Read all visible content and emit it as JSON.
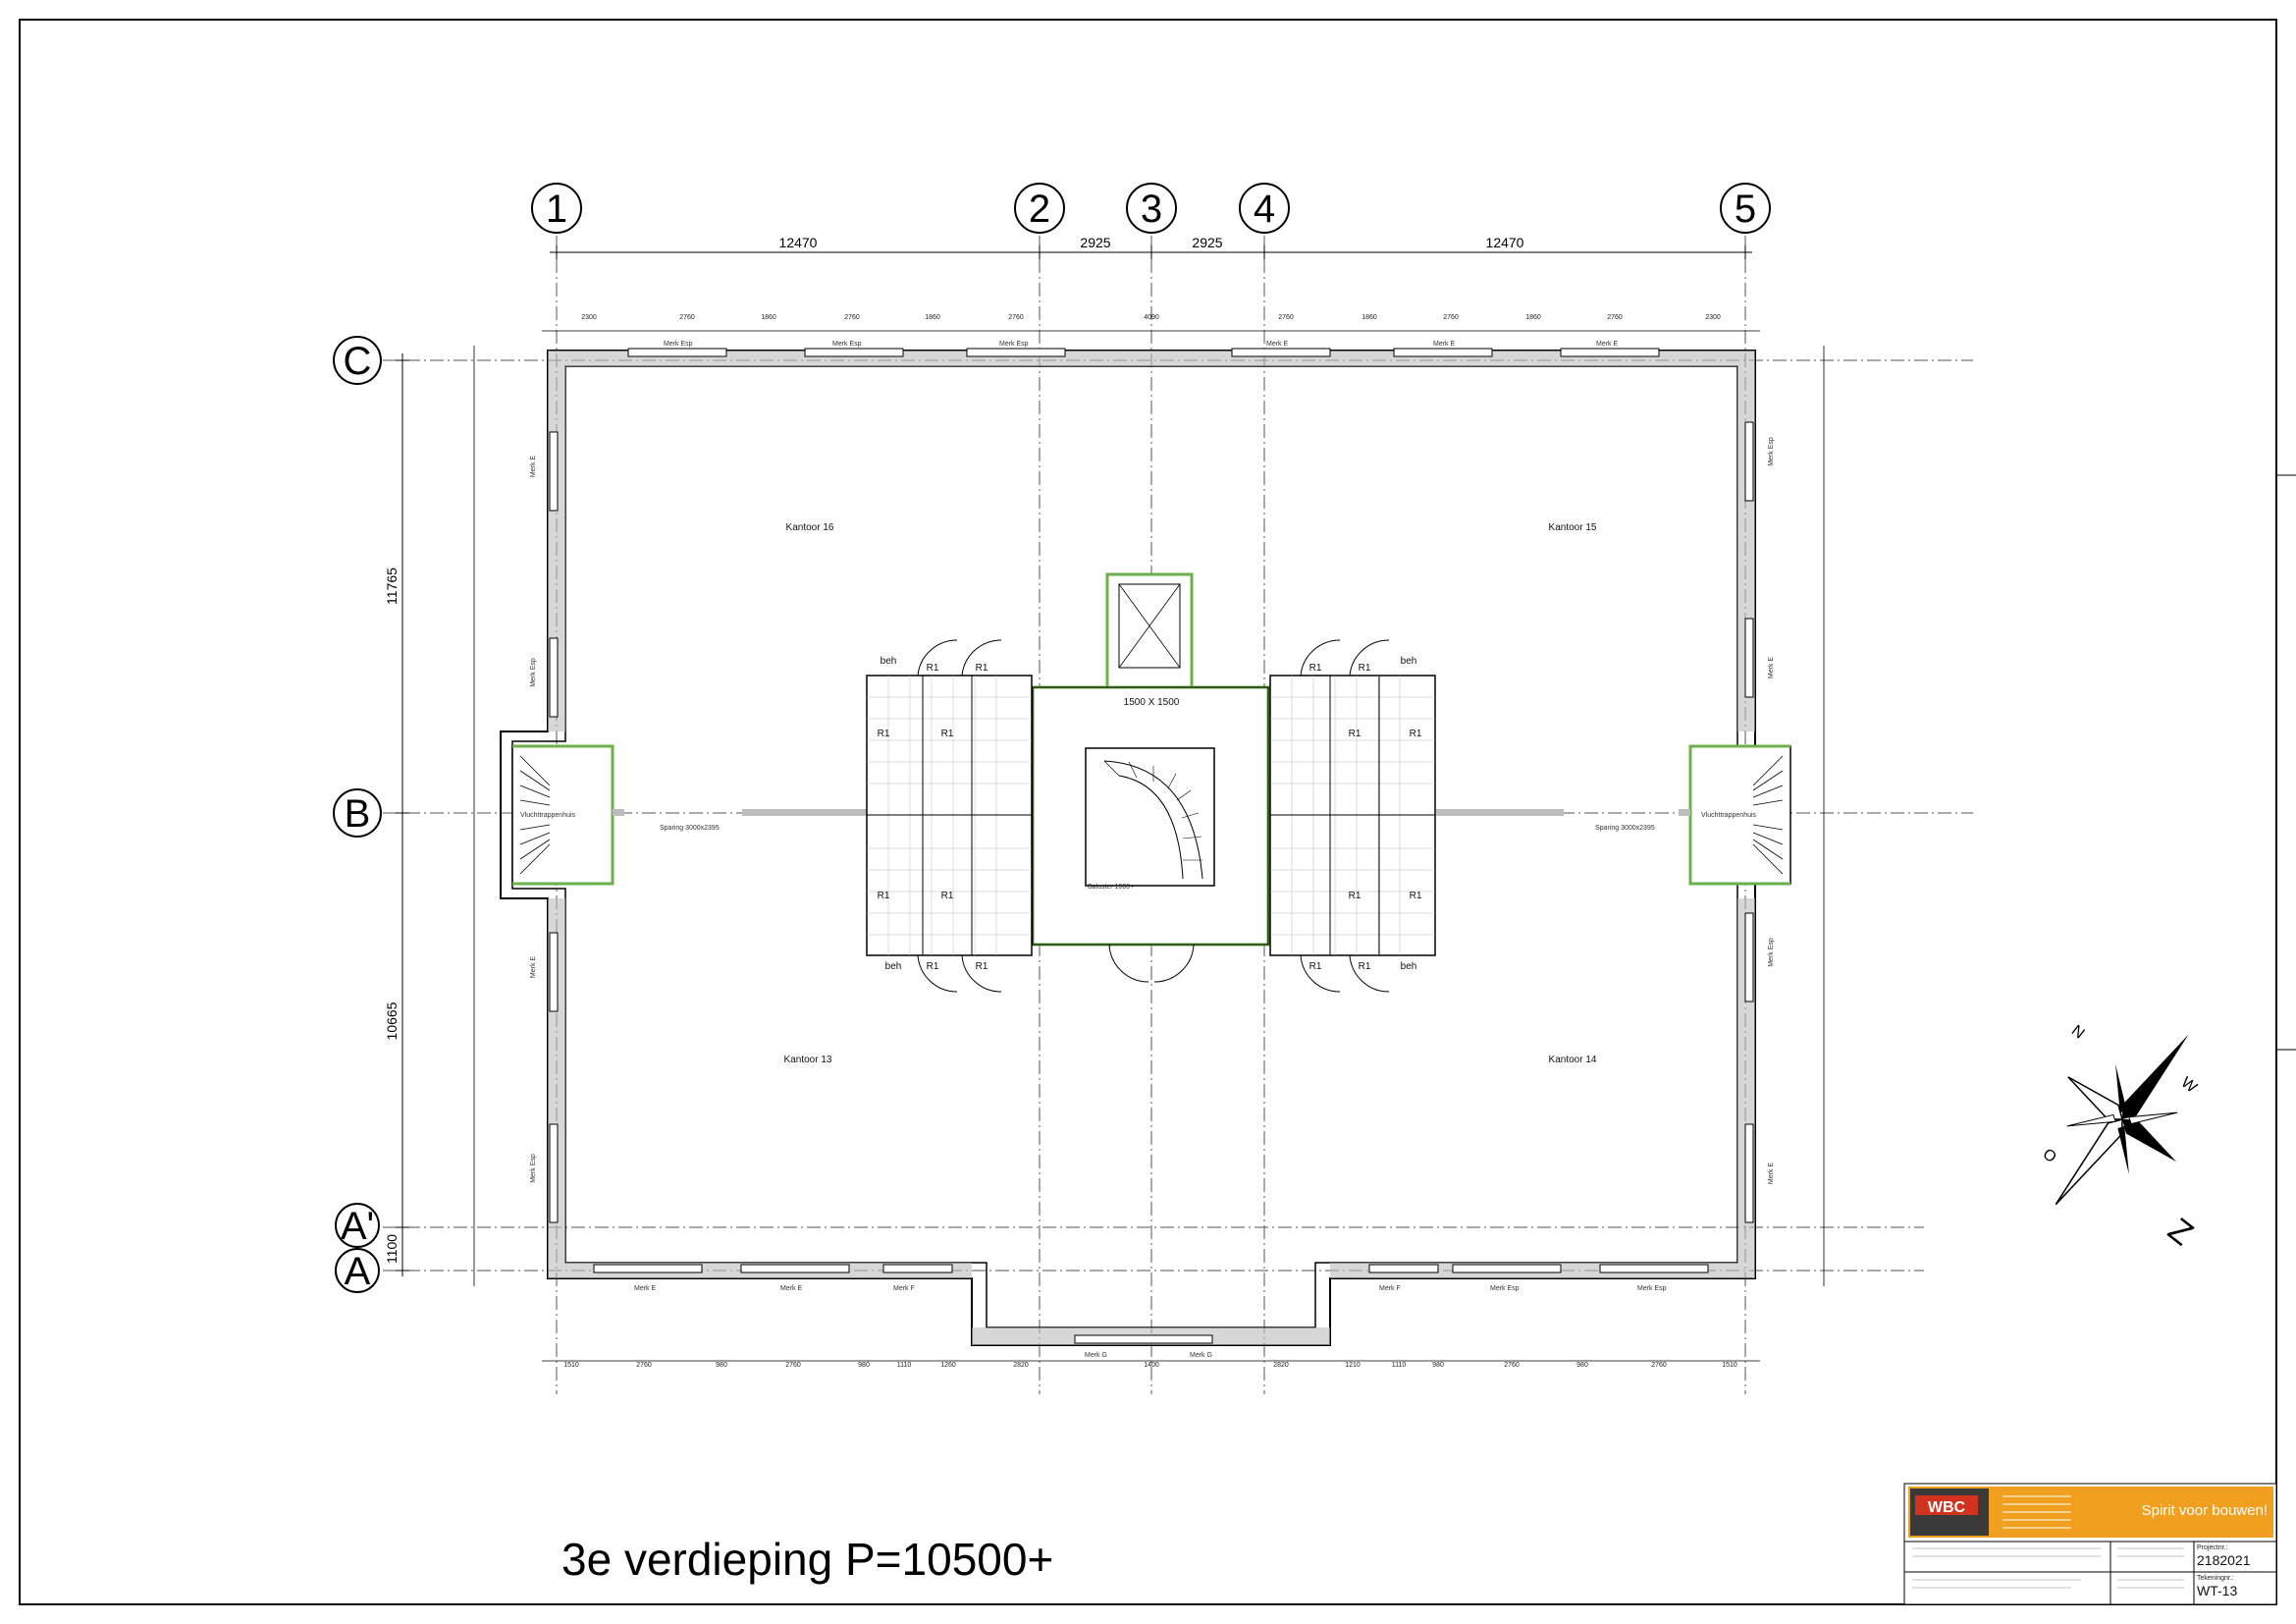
{
  "sheet_title": "3e verdieping P=10500+",
  "grid": {
    "columns": [
      "1",
      "2",
      "3",
      "4",
      "5"
    ],
    "rows": [
      "C",
      "B",
      "A'",
      "A"
    ]
  },
  "dimensions": {
    "top_overall": [
      "12470",
      "2925",
      "2925",
      "12470"
    ],
    "left_overall": [
      "11765",
      "10665",
      "1100"
    ],
    "top_wall": [
      "2300",
      "2760",
      "1860",
      "2760",
      "1860",
      "2760",
      "4090",
      "2760",
      "1860",
      "2760",
      "1860",
      "2760",
      "2300"
    ],
    "bottom_wall": [
      "1510",
      "2760",
      "980",
      "2760",
      "980",
      "1110",
      "1260",
      "2820",
      "1400",
      "2820",
      "1210",
      "1110",
      "980",
      "2760",
      "980",
      "2760",
      "1510"
    ],
    "stair_core": "1500 X 1500",
    "baluster": "Baluster 1000+"
  },
  "rooms": {
    "top_left": "Kantoor 16",
    "top_right": "Kantoor 15",
    "bottom_left": "Kantoor 13",
    "bottom_right": "Kantoor 14",
    "stair_left": "Vluchttrappenhuis",
    "stair_right": "Vluchttrappenhuis",
    "sparing_left": "Sparing 3000x2395",
    "sparing_right": "Sparing 3000x2395",
    "toilet": "R1",
    "accessible": "beh"
  },
  "window_marks": {
    "top": [
      "Merk Esp",
      "Merk Esp",
      "Merk Esp",
      "Merk E",
      "Merk E",
      "Merk E"
    ],
    "bottom": [
      "Merk E",
      "Merk E",
      "Merk F",
      "Merk G",
      "Merk G",
      "Merk F",
      "Merk Esp",
      "Merk Esp"
    ],
    "left": [
      "Merk E",
      "Merk Esp",
      "Merk E",
      "Merk Esp"
    ],
    "right": [
      "Merk Esp",
      "Merk E",
      "Merk Esp",
      "Merk E"
    ]
  },
  "compass": {
    "n": "N",
    "z": "Z",
    "o": "O",
    "w": "W"
  },
  "title_block": {
    "slogan": "Spirit voor bouwen!",
    "project_number_label": "Projectnr.:",
    "project_number": "2182021",
    "drawing_number_label": "Tekeningnr.:",
    "drawing_number": "WT-13",
    "brand": "WBC"
  },
  "colors": {
    "line": "#000000",
    "wall_fill": "#bdbdbd",
    "fire_line": "#6bb04a",
    "brand_orange": "#f0a01e",
    "brand_dark": "#3a3a3a",
    "brand_red": "#d2321e"
  }
}
